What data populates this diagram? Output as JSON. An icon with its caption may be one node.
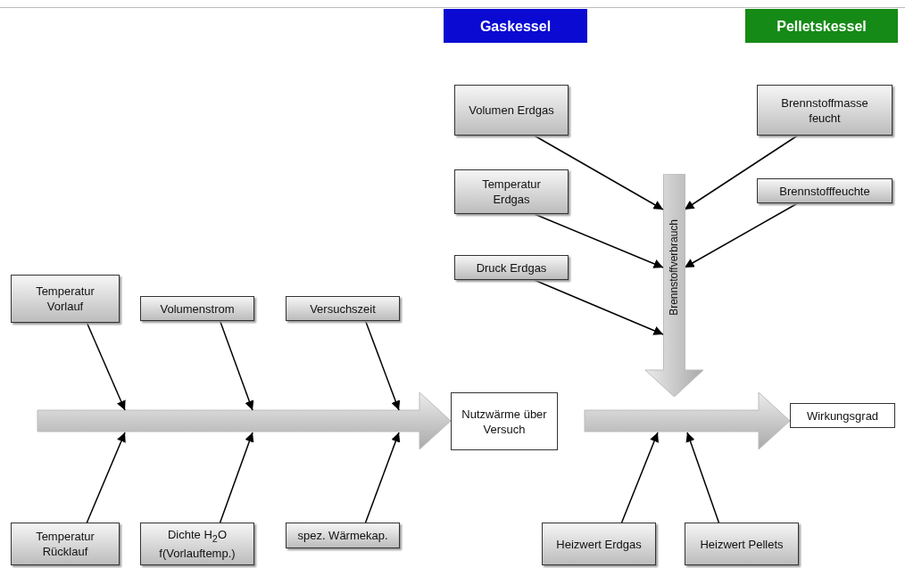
{
  "diagram": {
    "nodes": [
      {
        "text": [
          "Gaskessel"
        ]
      },
      {
        "text": [
          "Pelletskessel"
        ]
      },
      {
        "text": [
          "Volumen Erdgas"
        ]
      },
      {
        "text": [
          "Brennstoffmasse feucht"
        ]
      },
      {
        "text": [
          "Temperatur Erdgas"
        ]
      },
      {
        "text": [
          "Brennstofffeuchte"
        ]
      },
      {
        "text": [
          "Druck Erdgas"
        ]
      },
      {
        "text": [
          "Brennstoffverbrauch"
        ]
      },
      {
        "text": [
          "Temperatur Vorlauf"
        ]
      },
      {
        "text": [
          "Volumenstrom"
        ]
      },
      {
        "text": [
          "Versuchszeit"
        ]
      },
      {
        "text": [
          "Nutzwärme über Versuch"
        ]
      },
      {
        "text": [
          "Wirkungsgrad"
        ]
      },
      {
        "text": [
          "Temperatur Rücklauf"
        ]
      },
      {
        "text": [
          "Dichte H$_{2}$O f(Vorlauftemp.)"
        ]
      },
      {
        "text": [
          "spez. Wärmekap."
        ]
      },
      {
        "text": [
          "Heizwert Erdgas"
        ]
      },
      {
        "text": [
          "Heizwert Pellets"
        ]
      }
    ],
    "edges": [
      {
        "from": 2,
        "to": 7,
        "arrow": "to"
      },
      {
        "from": 3,
        "to": 7,
        "arrow": "to"
      },
      {
        "from": 4,
        "to": 7,
        "arrow": "to"
      },
      {
        "from": 5,
        "to": 7,
        "arrow": "to"
      },
      {
        "from": 6,
        "to": 7,
        "arrow": "to"
      },
      {
        "from": 8,
        "to": null,
        "arrow": "to"
      },
      {
        "from": 9,
        "to": null,
        "arrow": "to"
      },
      {
        "from": 10,
        "to": null,
        "arrow": "to"
      },
      {
        "from": 13,
        "to": null,
        "arrow": "to"
      },
      {
        "from": 14,
        "to": null,
        "arrow": "to"
      },
      {
        "from": 15,
        "to": null,
        "arrow": "to"
      },
      {
        "from": 16,
        "to": null,
        "arrow": "to"
      },
      {
        "from": 17,
        "to": null,
        "arrow": "to"
      },
      {
        "from": null,
        "to": 11,
        "arrow": "to",
        "style": "thick"
      },
      {
        "from": 11,
        "to": 12,
        "arrow": "to",
        "style": "thick"
      }
    ]
  }
}
